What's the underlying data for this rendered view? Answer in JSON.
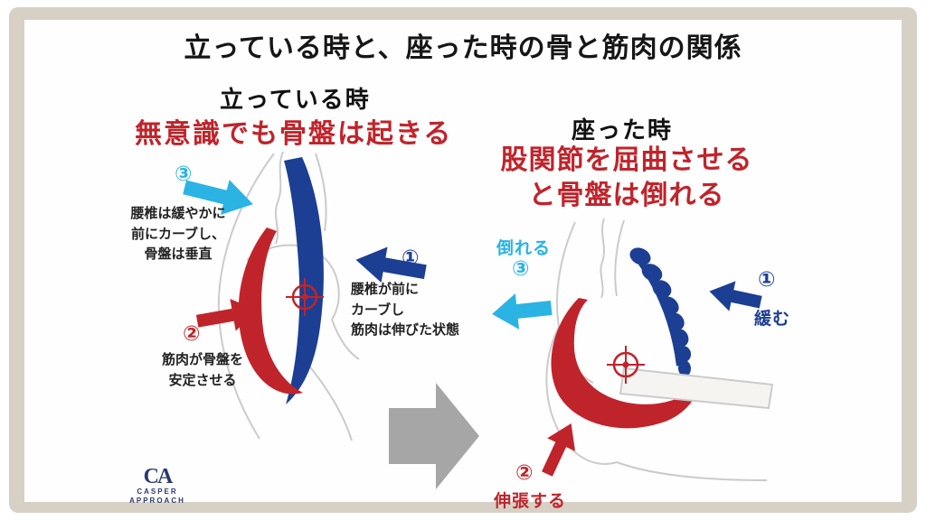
{
  "slide": {
    "title": "立っている時と、座った時の骨と筋肉の関係"
  },
  "standing": {
    "heading": "立っている時",
    "subheading": "無意識でも骨盤は起きる",
    "label_3": "③",
    "note_3": "腰椎は緩やかに\n前にカーブし、\n骨盤は垂直",
    "label_1": "①",
    "note_1": "腰椎が前に\nカーブし\n筋肉は伸びた状態",
    "label_2": "②",
    "note_2": "筋肉が骨盤を\n安定させる"
  },
  "sitting": {
    "heading": "座った時",
    "subheading_line1": "股関節を屈曲させる",
    "subheading_line2": "と骨盤は倒れる",
    "note_3": "倒れる",
    "label_3": "③",
    "label_1": "①",
    "note_1": "緩む",
    "label_2": "②",
    "note_2": "伸張する"
  },
  "logo": {
    "monogram": "CA",
    "line1": "CASPER",
    "line2": "APPROACH"
  },
  "colors": {
    "accent_red": "#c0242b",
    "accent_blue": "#1c3f94",
    "accent_cyan": "#2bb3e3",
    "transition_arrow_gray": "#a6a6a6",
    "frame_beige": "#d7d1c5"
  }
}
